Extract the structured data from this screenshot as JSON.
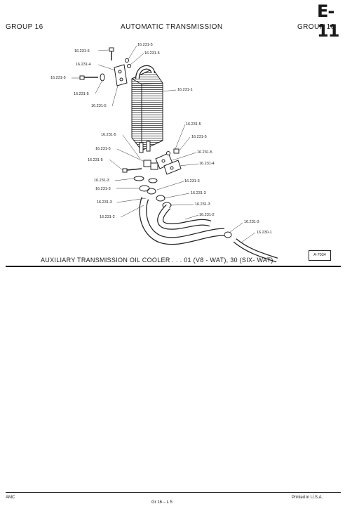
{
  "page_id": "E-11",
  "header": {
    "left": "GROUP 16",
    "center": "AUTOMATIC TRANSMISSION",
    "right": "GROUP 16"
  },
  "diagram": {
    "figure_id": "A-7034",
    "caption": "AUXILIARY TRANSMISSION OIL COOLER . . . 01 (V8 - WAT), 30 (SIX- WAT)",
    "callouts": [
      "16.231-5",
      "16.231-5",
      "16.231-5",
      "16.231-4",
      "16.231-5",
      "16.231-5",
      "16.231-5",
      "16.231-1",
      "16.231-5",
      "16.231-5",
      "16.231-5",
      "16.231-5",
      "16.231-5",
      "16.231-5",
      "16.231-4",
      "16.231-3",
      "16.231-3",
      "16.231-3",
      "16.231-3",
      "16.231-3",
      "16.231-3",
      "16.231-2",
      "16.231-2",
      "16.231-3",
      "16.230-1"
    ]
  },
  "footer": {
    "left": "AMC",
    "center": "Gr  16  –  L 5",
    "right": "Printed  in U.S.A."
  }
}
